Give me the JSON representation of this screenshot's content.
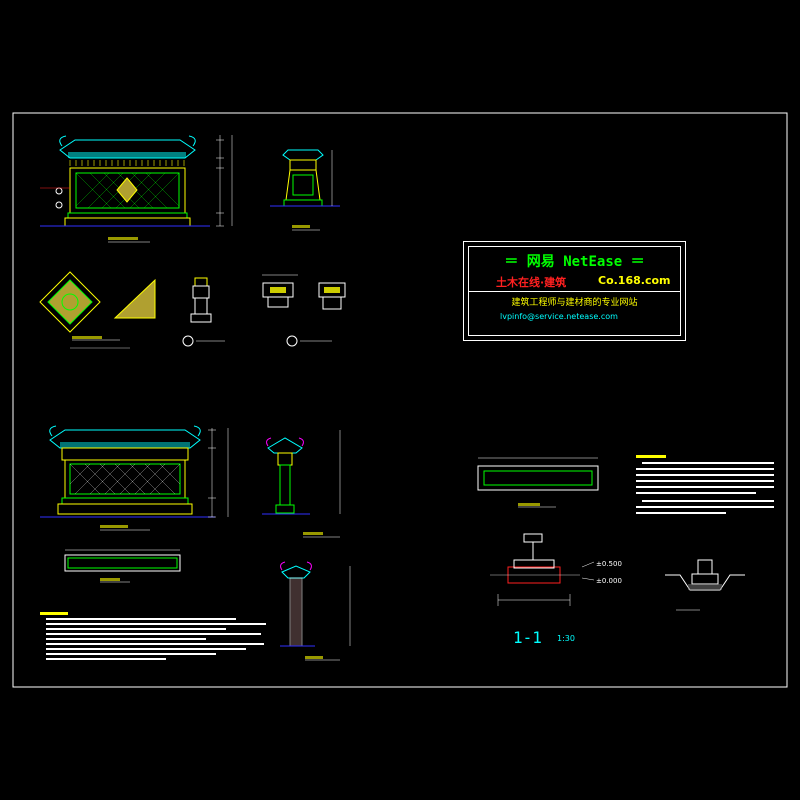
{
  "logo": {
    "title": "＝ 网易 NetEase ＝",
    "subtitle_left": "土木在线·建筑",
    "subtitle_right": "Co.168.com",
    "description": "建筑工程师与建材商的专业网站",
    "mail": "lvpinfo@service.netease.com"
  },
  "section": {
    "label": "1-1",
    "scale": "1:30"
  },
  "dimensions": {
    "d1": "±0.500",
    "d2": "±0.000"
  },
  "colors": {
    "background": "#000000",
    "frame": "#ffffff",
    "roof": "#00ffff",
    "wall": "#ffff00",
    "panel": "#00ff00",
    "accent": "#ff00ff",
    "dim": "#ffffff",
    "red": "#ff2020"
  }
}
